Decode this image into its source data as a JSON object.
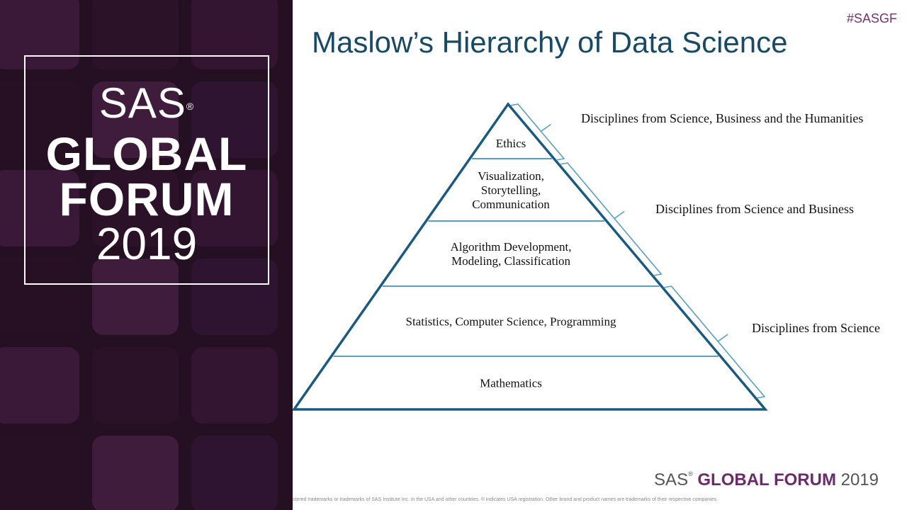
{
  "brand": {
    "sas": "SAS",
    "reg": "®",
    "global": "GLOBAL",
    "forum": "FORUM",
    "year": "2019"
  },
  "hashtag": "#SASGF",
  "title": "Maslow’s Hierarchy of Data Science",
  "pyramid": {
    "levels": [
      [
        "Ethics"
      ],
      [
        "Visualization,",
        "Storytelling,",
        "Communication"
      ],
      [
        "Algorithm Development,",
        "Modeling, Classification"
      ],
      [
        "Statistics, Computer Science, Programming"
      ],
      [
        "Mathematics"
      ]
    ],
    "brackets": [
      "Disciplines from Science, Business and the Humanities",
      "Disciplines from Science and Business",
      "Disciplines from Science"
    ],
    "colors": {
      "outline": "#1a5a82",
      "divider": "#5a9ec4",
      "bracket": "#5a9ec4"
    }
  },
  "footer": {
    "sas": "SAS",
    "reg": "®",
    "global_forum": "GLOBAL FORUM",
    "year": "2019",
    "disclaimer": "stered trademarks or trademarks of SAS Institute Inc. in the USA and other countries. ® indicates USA registration. Other brand and product names are trademarks of their respective companies."
  },
  "colors": {
    "panel": "#241022",
    "title": "#184a68",
    "accent": "#6d2a6b"
  }
}
